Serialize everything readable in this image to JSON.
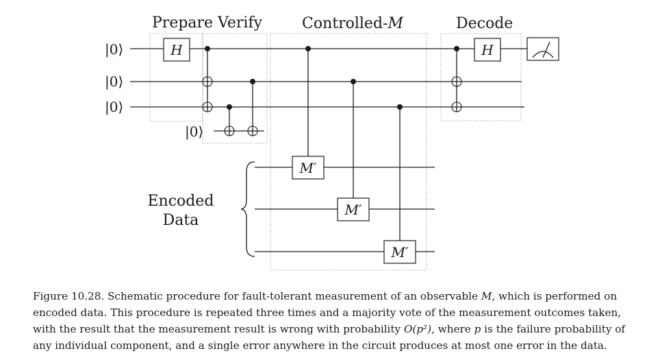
{
  "figure": {
    "sections": {
      "prepare": "Prepare",
      "verify": "Verify",
      "controlled": "Controlled-",
      "controlled_var": "M",
      "decode": "Decode"
    },
    "kets": [
      "|0⟩",
      "|0⟩",
      "|0⟩",
      "|0⟩"
    ],
    "gates": {
      "hadamard_1": "H",
      "hadamard_2": "H",
      "m_prime_1": "M′",
      "m_prime_2": "M′",
      "m_prime_3": "M′"
    },
    "encoded_label_line1": "Encoded",
    "encoded_label_line2": "Data",
    "icons": [
      "measurement-meter-icon",
      "control-dot-icon",
      "cnot-target-icon"
    ]
  },
  "caption": {
    "part1": "Figure 10.28. Schematic procedure for fault-tolerant measurement of an observable ",
    "var_M": "M",
    "part2": ", which is performed on encoded data. This procedure is repeated three times and a majority vote of the measurement outcomes taken, with the result that the measurement result is wrong with probability ",
    "big_o": "O(p²)",
    "part3": ", where ",
    "var_p": "p",
    "part4": " is the failure probability of any individual component, and a single error anywhere in the circuit produces at most one error in the data."
  }
}
